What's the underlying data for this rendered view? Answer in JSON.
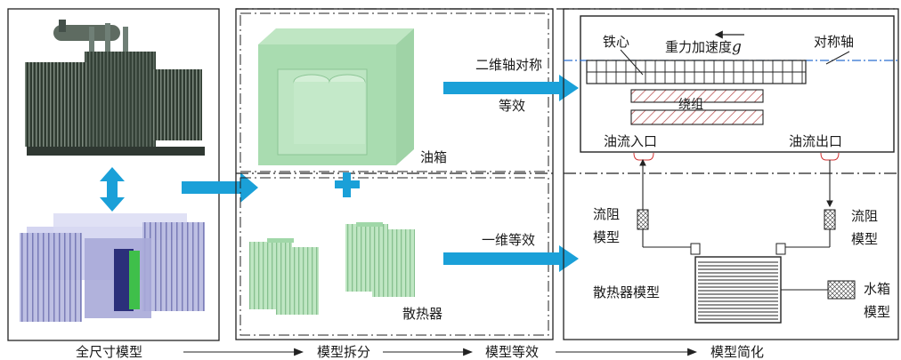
{
  "panels": {
    "full_model": {
      "caption": "全尺寸模型"
    },
    "split": {
      "caption": "模型拆分",
      "tank_label": "油箱",
      "radiator_label": "散热器"
    },
    "equivalent": {
      "caption": "模型等效",
      "arrow_top_line1": "二维轴对称",
      "arrow_top_line2": "等效",
      "arrow_bottom": "一维等效"
    },
    "simplified": {
      "caption": "模型简化",
      "core_label": "铁心",
      "gravity_label": "重力加速度",
      "gravity_symbol": "g",
      "axis_label": "对称轴",
      "winding_label": "绕组",
      "oil_inlet": "油流入口",
      "oil_outlet": "油流出口",
      "flow_resist_left_1": "流阻",
      "flow_resist_left_2": "模型",
      "flow_resist_right_1": "流阻",
      "flow_resist_right_2": "模型",
      "radiator_model": "散热器模型",
      "water_tank_1": "水箱",
      "water_tank_2": "模型"
    }
  },
  "colors": {
    "arrow_blue": "#1aa0d8",
    "translucent_green": "#a9dcb0",
    "frame": "#222222",
    "axis_blue": "#2a6fd0",
    "hatch_red": "#b04040",
    "inlet_red": "#d23030"
  },
  "icons": {
    "double_arrow": "vertical-double-arrow-icon",
    "plus": "plus-icon"
  }
}
